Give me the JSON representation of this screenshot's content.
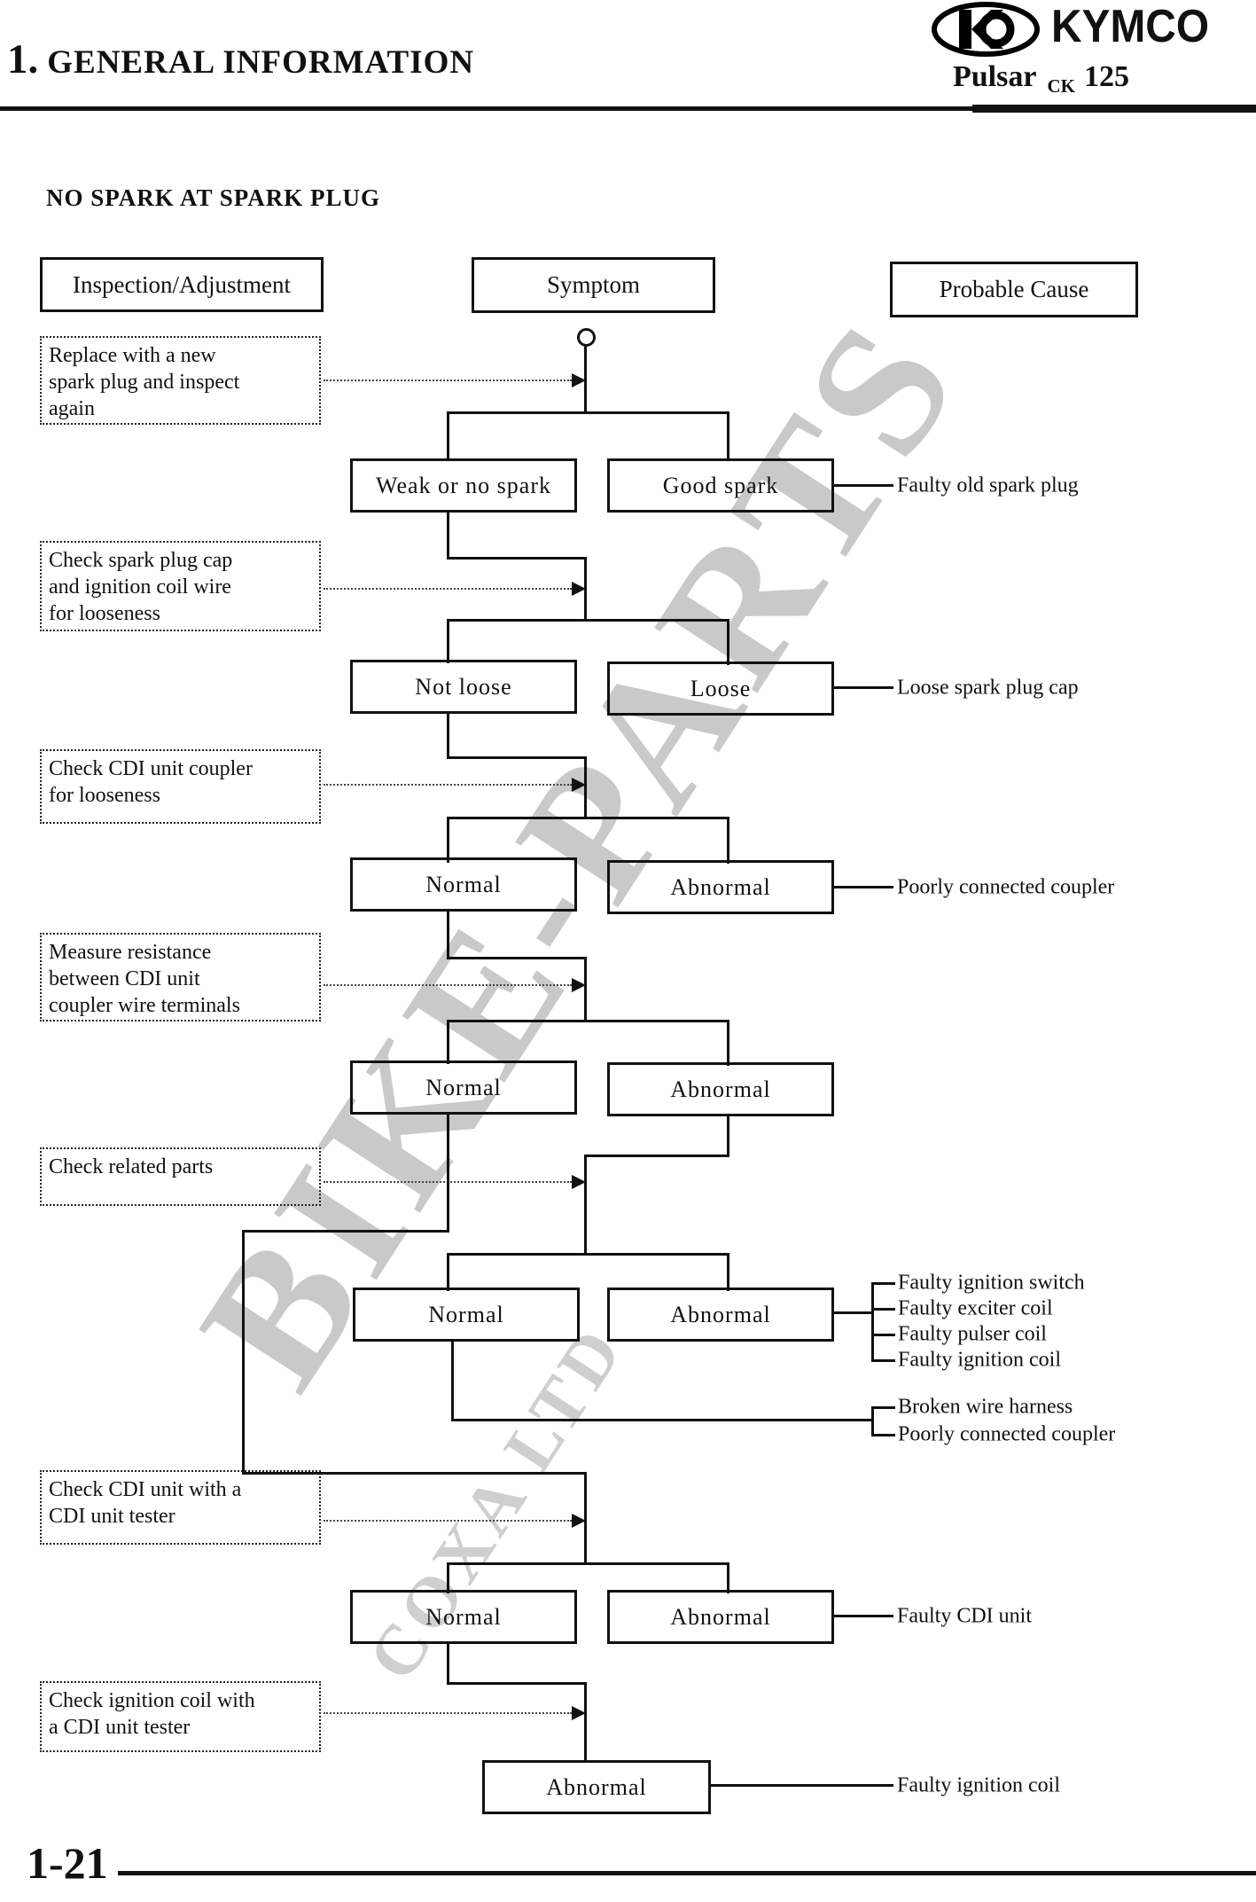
{
  "header": {
    "chapter_number": "1.",
    "chapter_title": "GENERAL INFORMATION",
    "brand": "KYMCO",
    "model_name": "Pulsar",
    "model_code": "CK",
    "model_displacement": "125"
  },
  "section_title": "NO SPARK AT SPARK PLUG",
  "page_number": "1-21",
  "watermark": {
    "main": "BIKE-PARTS",
    "sub": "COXA LTD"
  },
  "column_headers": {
    "inspection": "Inspection/Adjustment",
    "symptom": "Symptom",
    "probable_cause": "Probable Cause"
  },
  "inspections": [
    "Replace with a new\nspark plug and inspect\nagain",
    "Check spark plug cap\nand ignition coil wire\nfor looseness",
    "Check CDI unit coupler\nfor looseness",
    "Measure resistance\nbetween CDI unit\ncoupler wire terminals",
    "Check related parts",
    "Check CDI unit with a\nCDI unit tester",
    "Check ignition coil with\na CDI unit tester"
  ],
  "flow": {
    "rows": [
      {
        "left": "Weak or no spark",
        "right": "Good spark",
        "cause": "Faulty old spark plug"
      },
      {
        "left": "Not loose",
        "right": "Loose",
        "cause": "Loose spark plug cap"
      },
      {
        "left": "Normal",
        "right": "Abnormal",
        "cause": "Poorly connected coupler"
      },
      {
        "left": "Normal",
        "right": "Abnormal"
      },
      {
        "left": "Normal",
        "right": "Abnormal"
      },
      {
        "left": "Normal",
        "right": "Abnormal",
        "cause": "Faulty CDI unit"
      },
      {
        "final": "Abnormal",
        "cause": "Faulty ignition coil"
      }
    ],
    "abnormal_causes": [
      "Faulty ignition switch",
      "Faulty exciter coil",
      "Faulty pulser coil",
      "Faulty ignition coil"
    ],
    "normal_causes": [
      "Broken wire harness",
      "Poorly connected coupler"
    ]
  }
}
